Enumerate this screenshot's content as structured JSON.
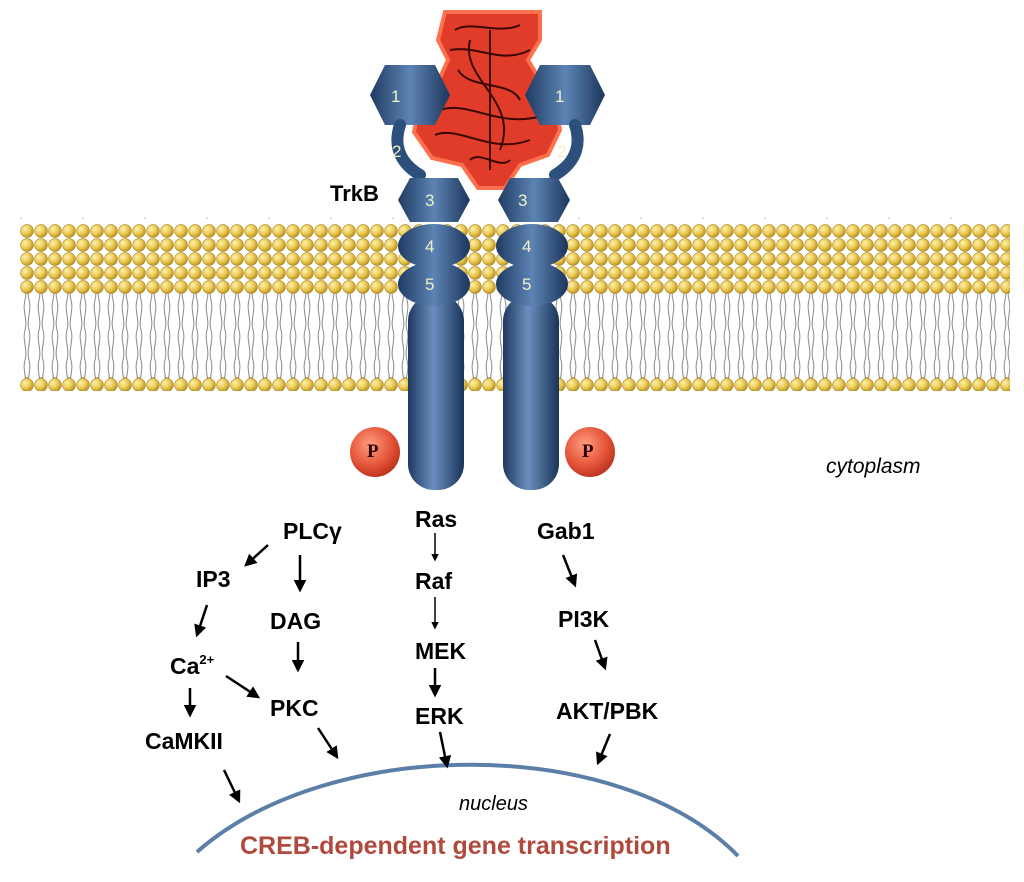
{
  "receptor": {
    "name": "TrkB",
    "domains": [
      "1",
      "2",
      "3",
      "4",
      "5"
    ]
  },
  "phospho": {
    "symbol": "P"
  },
  "compartments": {
    "cytoplasm": "cytoplasm",
    "nucleus": "nucleus"
  },
  "pathways": {
    "plc": {
      "head": "PLCγ",
      "ip3": "IP3",
      "ca": "Ca",
      "ca_sup": "2+",
      "camkii": "CaMKII",
      "dag": "DAG",
      "pkc": "PKC"
    },
    "mapk": {
      "ras": "Ras",
      "raf": "Raf",
      "mek": "MEK",
      "erk": "ERK"
    },
    "pi3k": {
      "gab1": "Gab1",
      "pi3k": "PI3K",
      "akt": "AKT/PBK"
    }
  },
  "outcome": {
    "label": "CREB-dependent gene transcription"
  },
  "colors": {
    "receptor": "#2d4f7c",
    "lipid_head": "#e8c44a",
    "ligand": "#e0321e",
    "phospho": "#e55a3c",
    "nucleus_line": "#5c7fa8",
    "outcome_text": "#b04a3f"
  }
}
